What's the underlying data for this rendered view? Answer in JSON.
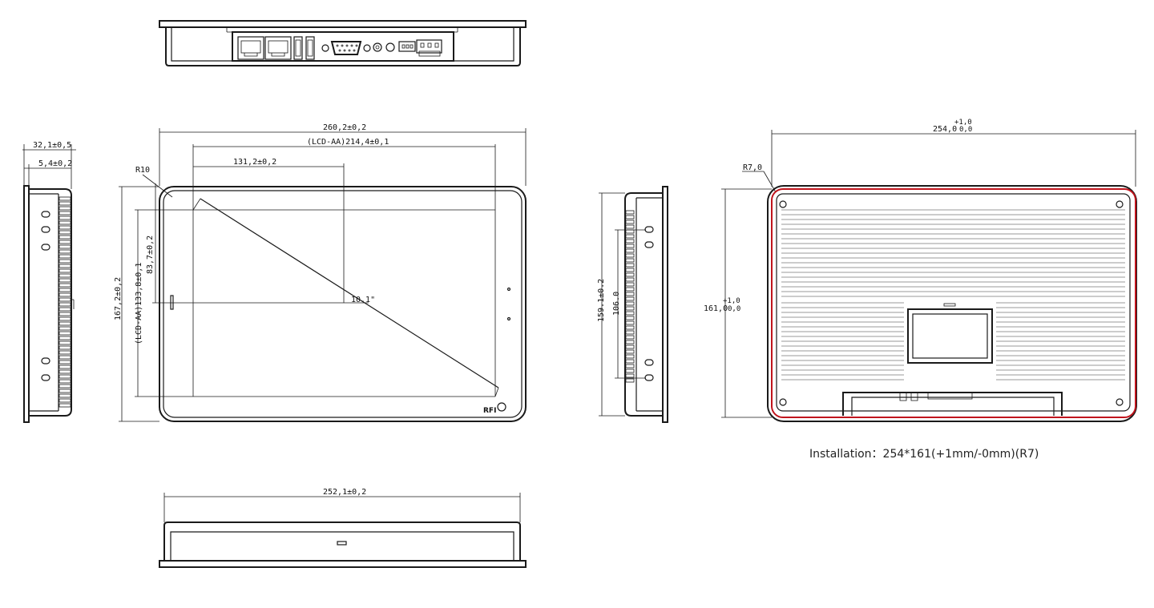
{
  "dimensions": {
    "depth": "32,1±0,5",
    "bezel": "5,4±0,2",
    "width": "260,2±0,2",
    "lcd_width": "(LCD-AA)214,4±0,1",
    "center_offset": "131,2±0,2",
    "corner_radius": "R10",
    "height": "167,2±0,2",
    "lcd_height": "(LCD-AA)133,8±0,1",
    "center_height": "83,7±0,2",
    "diagonal": "10.1\"",
    "side_height": "159.1±0.2",
    "side_inner": "106.0",
    "bottom_width": "252,1±0,2",
    "cutout_width": "254,0",
    "cutout_width_tol_plus": "+1,0",
    "cutout_width_tol_minus": "0,0",
    "cutout_height": "161,0",
    "cutout_height_tol_plus": "+1,0",
    "cutout_height_tol_minus": "0,0",
    "cutout_radius": "R7,0"
  },
  "brand_mark": "RFI",
  "installation_note": "Installation：254*161(+1mm/-0mm)(R7)"
}
